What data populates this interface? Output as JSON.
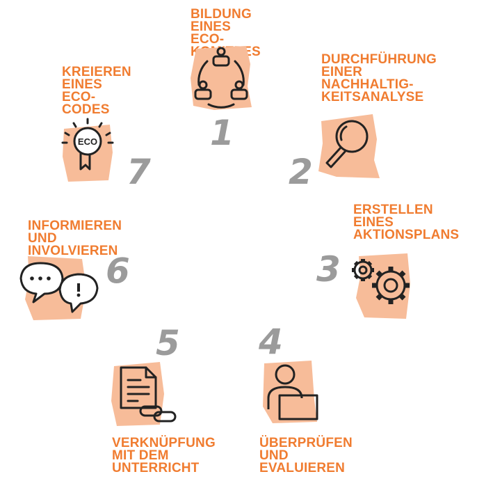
{
  "colors": {
    "accent": "#f07c30",
    "blob": "#f7bc99",
    "number": "#8a8a8a",
    "icon_stroke": "#222222"
  },
  "steps": [
    {
      "number": "1",
      "label": "BILDUNG EINES\nECO-KOMITEES",
      "icon": "committee-icon"
    },
    {
      "number": "2",
      "label": "DURCHFÜHRUNG\nEINER\nNACHHALTIG-\nKEITSANALYSE",
      "icon": "magnifier-icon"
    },
    {
      "number": "3",
      "label": "ERSTELLEN\nEINES\nAKTIONSPLANS",
      "icon": "gears-icon"
    },
    {
      "number": "4",
      "label": "ÜBERPRÜFEN\nUND EVALUIEREN",
      "icon": "person-laptop-icon"
    },
    {
      "number": "5",
      "label": "VERKNÜPFUNG\nMIT DEM\nUNTERRICHT",
      "icon": "document-link-icon"
    },
    {
      "number": "6",
      "label": "INFORMIEREN\nUND INVOLVIEREN",
      "icon": "speech-bubbles-icon"
    },
    {
      "number": "7",
      "label": "KREIEREN\nEINES\nECO-CODES",
      "icon": "eco-badge-icon",
      "badge_text": "ECO"
    }
  ]
}
